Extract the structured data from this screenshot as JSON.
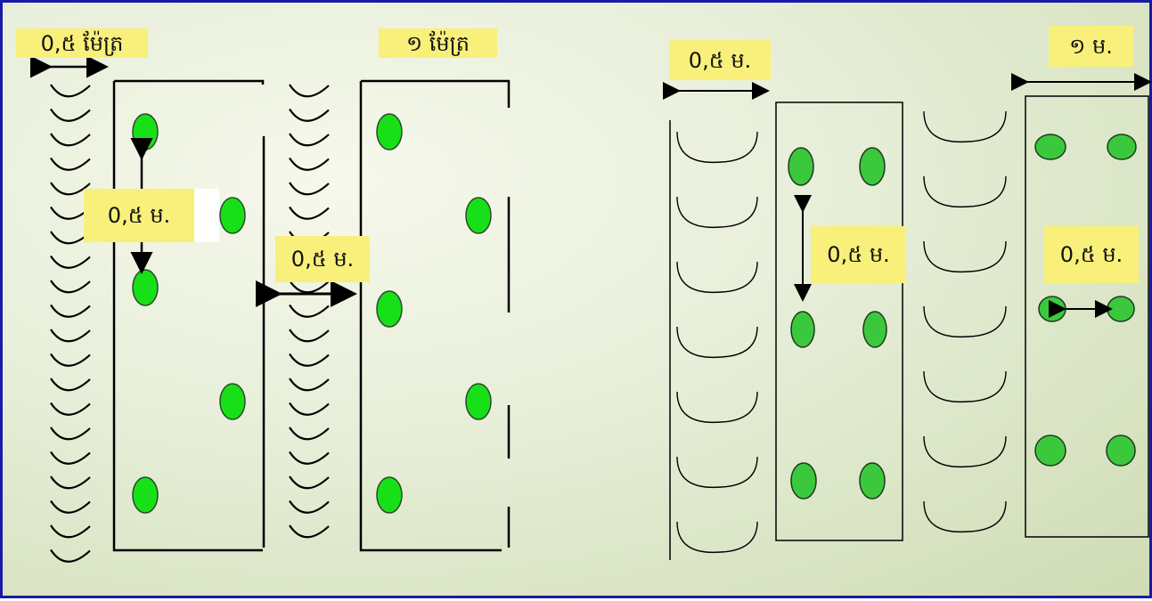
{
  "labels": {
    "left_half_meter": "0,៥ ម៉ែត្រ",
    "left_one_meter": "១ ម៉ែត្រ",
    "left_plant_spacing": "0,៥ ម.",
    "left_gap": "0,៥ ម.",
    "right_half_m": "0,៥ ម.",
    "right_one_m": "១ ម.",
    "right_vertical_spacing": "0,៥ ម.",
    "right_horizontal_spacing": "0,៥ ម."
  },
  "colors": {
    "frame": "#1a1aa8",
    "label_bg": "#f8f07a",
    "plant_left": "#18e018",
    "plant_right": "#3cc83c",
    "line": "#000000"
  }
}
